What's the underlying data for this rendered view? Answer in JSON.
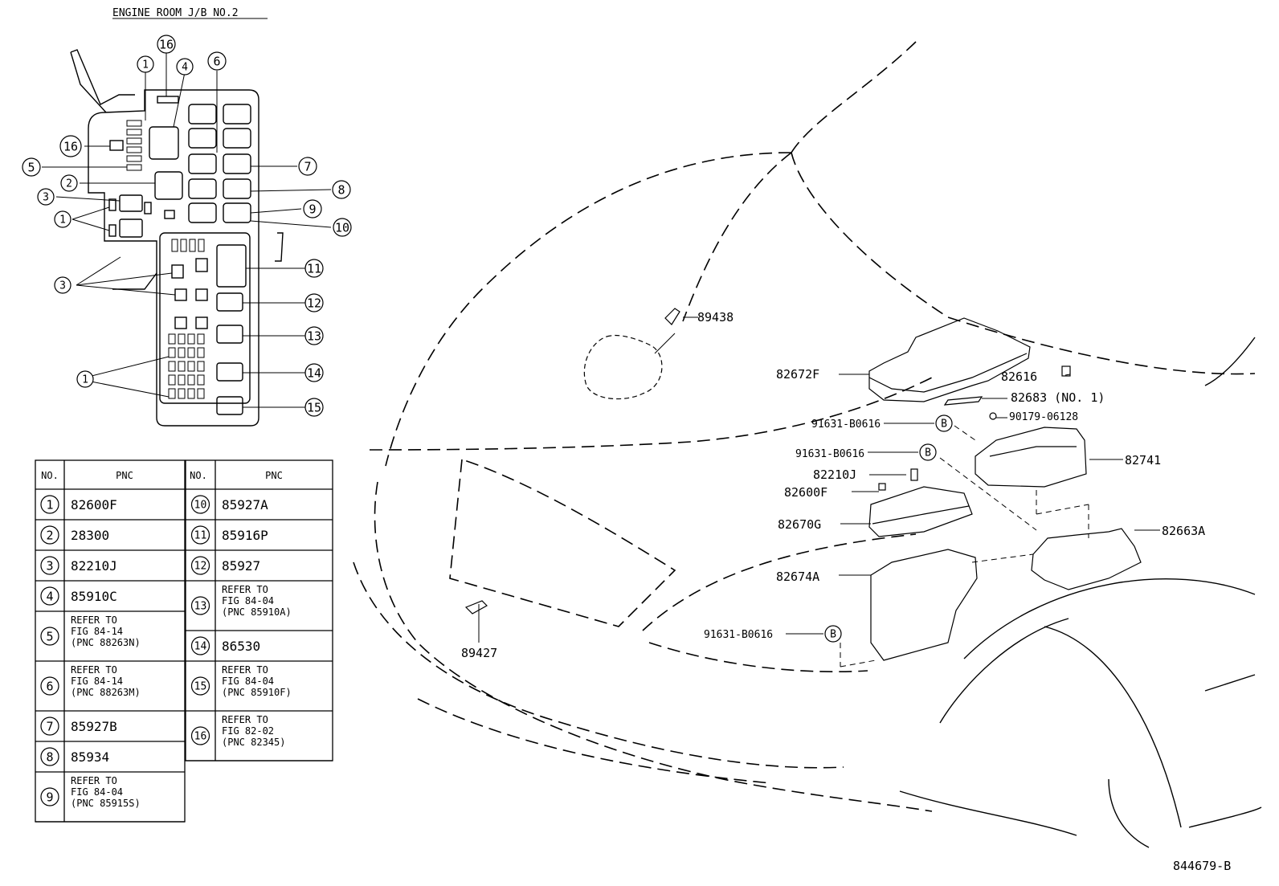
{
  "title": "ENGINE ROOM J/B NO.2",
  "figure_id": "844679-B",
  "callouts": [
    "1",
    "2",
    "3",
    "4",
    "5",
    "6",
    "7",
    "8",
    "9",
    "10",
    "11",
    "12",
    "13",
    "14",
    "15",
    "16",
    "B"
  ],
  "parts": {
    "p89438": "89438",
    "p89427": "89427",
    "p82672F": "82672F",
    "p82616": "82616",
    "p82683": "82683 (NO. 1)",
    "p90179": "90179-06128",
    "p91631a": "91631-B0616",
    "p91631b": "91631-B0616",
    "p91631c": "91631-B0616",
    "p82741": "82741",
    "p82210J": "82210J",
    "p82600F": "82600F",
    "p82670G": "82670G",
    "p82663A": "82663A",
    "p82674A": "82674A"
  },
  "table": {
    "headers": {
      "no": "NO.",
      "pnc": "PNC"
    },
    "left": [
      {
        "no": "1",
        "lines": [
          "82600F"
        ]
      },
      {
        "no": "2",
        "lines": [
          "28300"
        ]
      },
      {
        "no": "3",
        "lines": [
          "82210J"
        ]
      },
      {
        "no": "4",
        "lines": [
          "85910C"
        ]
      },
      {
        "no": "5",
        "lines": [
          "REFER TO",
          "FIG 84-14",
          "(PNC 88263N)"
        ]
      },
      {
        "no": "6",
        "lines": [
          "REFER TO",
          "FIG 84-14",
          "(PNC 88263M)"
        ]
      },
      {
        "no": "7",
        "lines": [
          "85927B"
        ]
      },
      {
        "no": "8",
        "lines": [
          "85934"
        ]
      },
      {
        "no": "9",
        "lines": [
          "REFER TO",
          "FIG 84-04",
          "(PNC 85915S)"
        ]
      }
    ],
    "right": [
      {
        "no": "10",
        "lines": [
          "85927A"
        ]
      },
      {
        "no": "11",
        "lines": [
          "85916P"
        ]
      },
      {
        "no": "12",
        "lines": [
          "85927"
        ]
      },
      {
        "no": "13",
        "lines": [
          "REFER TO",
          "FIG 84-04",
          "(PNC 85910A)"
        ]
      },
      {
        "no": "14",
        "lines": [
          "86530"
        ]
      },
      {
        "no": "15",
        "lines": [
          "REFER TO",
          "FIG 84-04",
          "(PNC 85910F)"
        ]
      },
      {
        "no": "16",
        "lines": [
          "REFER TO",
          "FIG 82-02",
          "(PNC 82345)"
        ]
      }
    ]
  }
}
